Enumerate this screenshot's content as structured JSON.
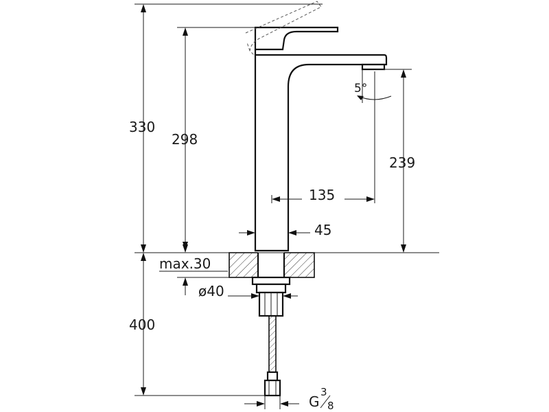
{
  "dimensions": {
    "total_height": "330",
    "spout_height": "298",
    "outlet_height": "239",
    "reach": "135",
    "body_width": "45",
    "max_counter_thickness": "max.30",
    "hole_diameter": "ø40",
    "hose_length": "400",
    "angle": "5°",
    "thread_prefix": "G",
    "thread_numerator": "3",
    "thread_denominator": "8"
  }
}
